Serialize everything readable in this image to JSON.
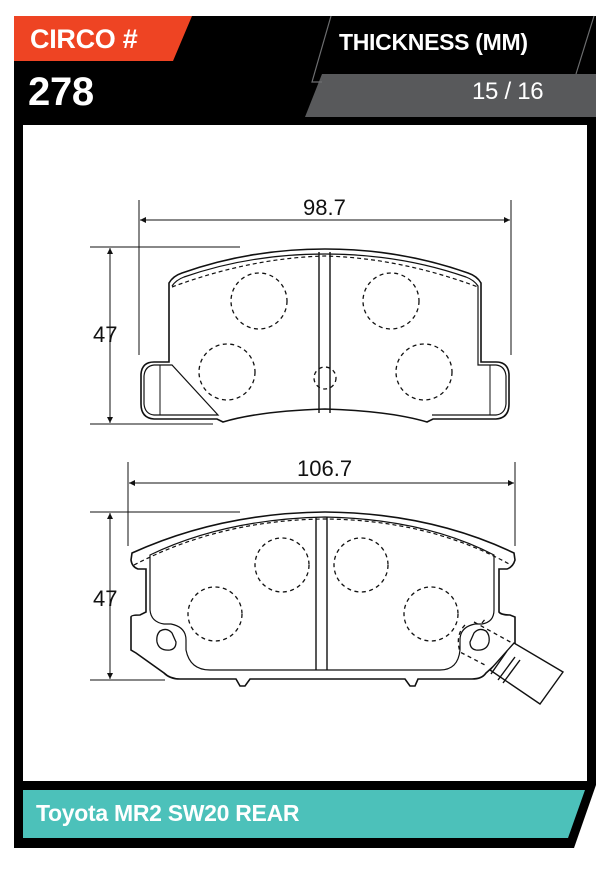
{
  "header": {
    "circo_label": "CIRCO #",
    "part_number": "278",
    "thickness_label": "THICKNESS (MM)",
    "thickness_value": "15 / 16"
  },
  "pads": [
    {
      "position": "top",
      "width_label": "98.7",
      "height_label": "47"
    },
    {
      "position": "bottom",
      "width_label": "106.7",
      "height_label": "47"
    }
  ],
  "footer": {
    "vehicle_label": "Toyota MR2 SW20 REAR"
  },
  "colors": {
    "frame": "#000000",
    "circo_tab": "#ee4423",
    "thickness_band": "#58595b",
    "vehicle_band": "#4cc1ba",
    "panel": "#ffffff"
  }
}
